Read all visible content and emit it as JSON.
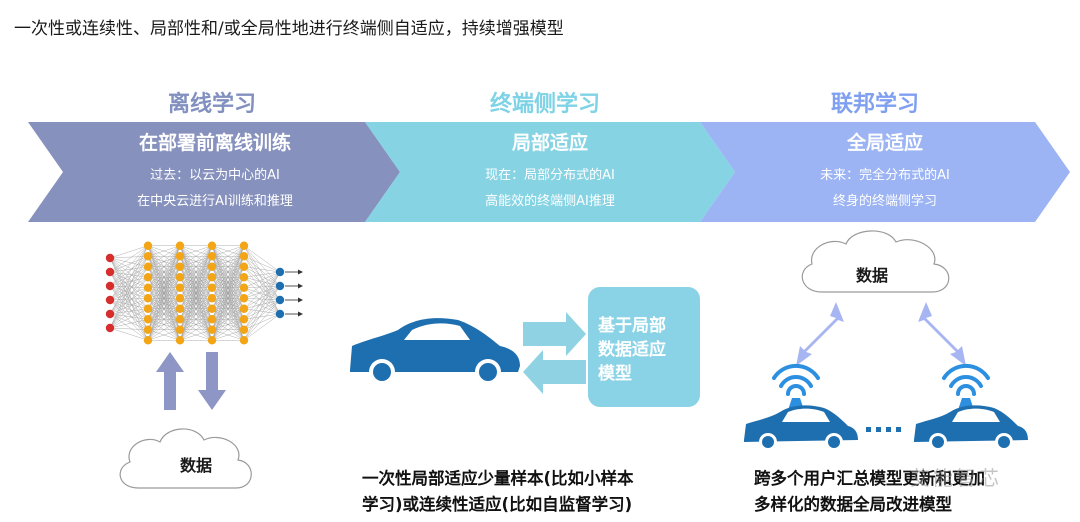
{
  "page_title": "一次性或连续性、局部性和/或全局性地进行终端侧自适应，持续增强模型",
  "stages": [
    {
      "title": "离线学习",
      "chevron_title": "在部署前离线训练",
      "line1": "过去：以云为中心的AI",
      "line2": "在中央云进行AI训练和推理",
      "color": "#8691bd",
      "title_color": "#8290bf"
    },
    {
      "title": "终端侧学习",
      "chevron_title": "局部适应",
      "line1": "现在：局部分布式的AI",
      "line2": "高能效的终端侧AI推理",
      "color": "#86d3e3",
      "title_color": "#7fd3e6"
    },
    {
      "title": "联邦学习",
      "chevron_title": "全局适应",
      "line1": "未来：完全分布式的AI",
      "line2": "终身的终端侧学习",
      "color": "#9cb4f3",
      "title_color": "#7f9ff0"
    }
  ],
  "cloud_left_label": "数据",
  "cloud_right_label": "数据",
  "local_model_box": [
    "基于局部",
    "数据适应",
    "模型"
  ],
  "caption_middle": [
    "一次性局部适应少量样本(比如小样本",
    "学习)或连续性适应(比如自监督学习)"
  ],
  "caption_right": [
    "跨多个用户汇总模型更新和更加",
    "多样化的数据全局改进模型"
  ],
  "watermark": "艾能智芯",
  "colors": {
    "car": "#1e6fb0",
    "arrow_light": "#8fd2e4",
    "arrow_left": "#8d96c4",
    "box": "#8ad3e6",
    "wifi": "#2d8fe0",
    "diag_arrow": "#a7b6f2"
  }
}
